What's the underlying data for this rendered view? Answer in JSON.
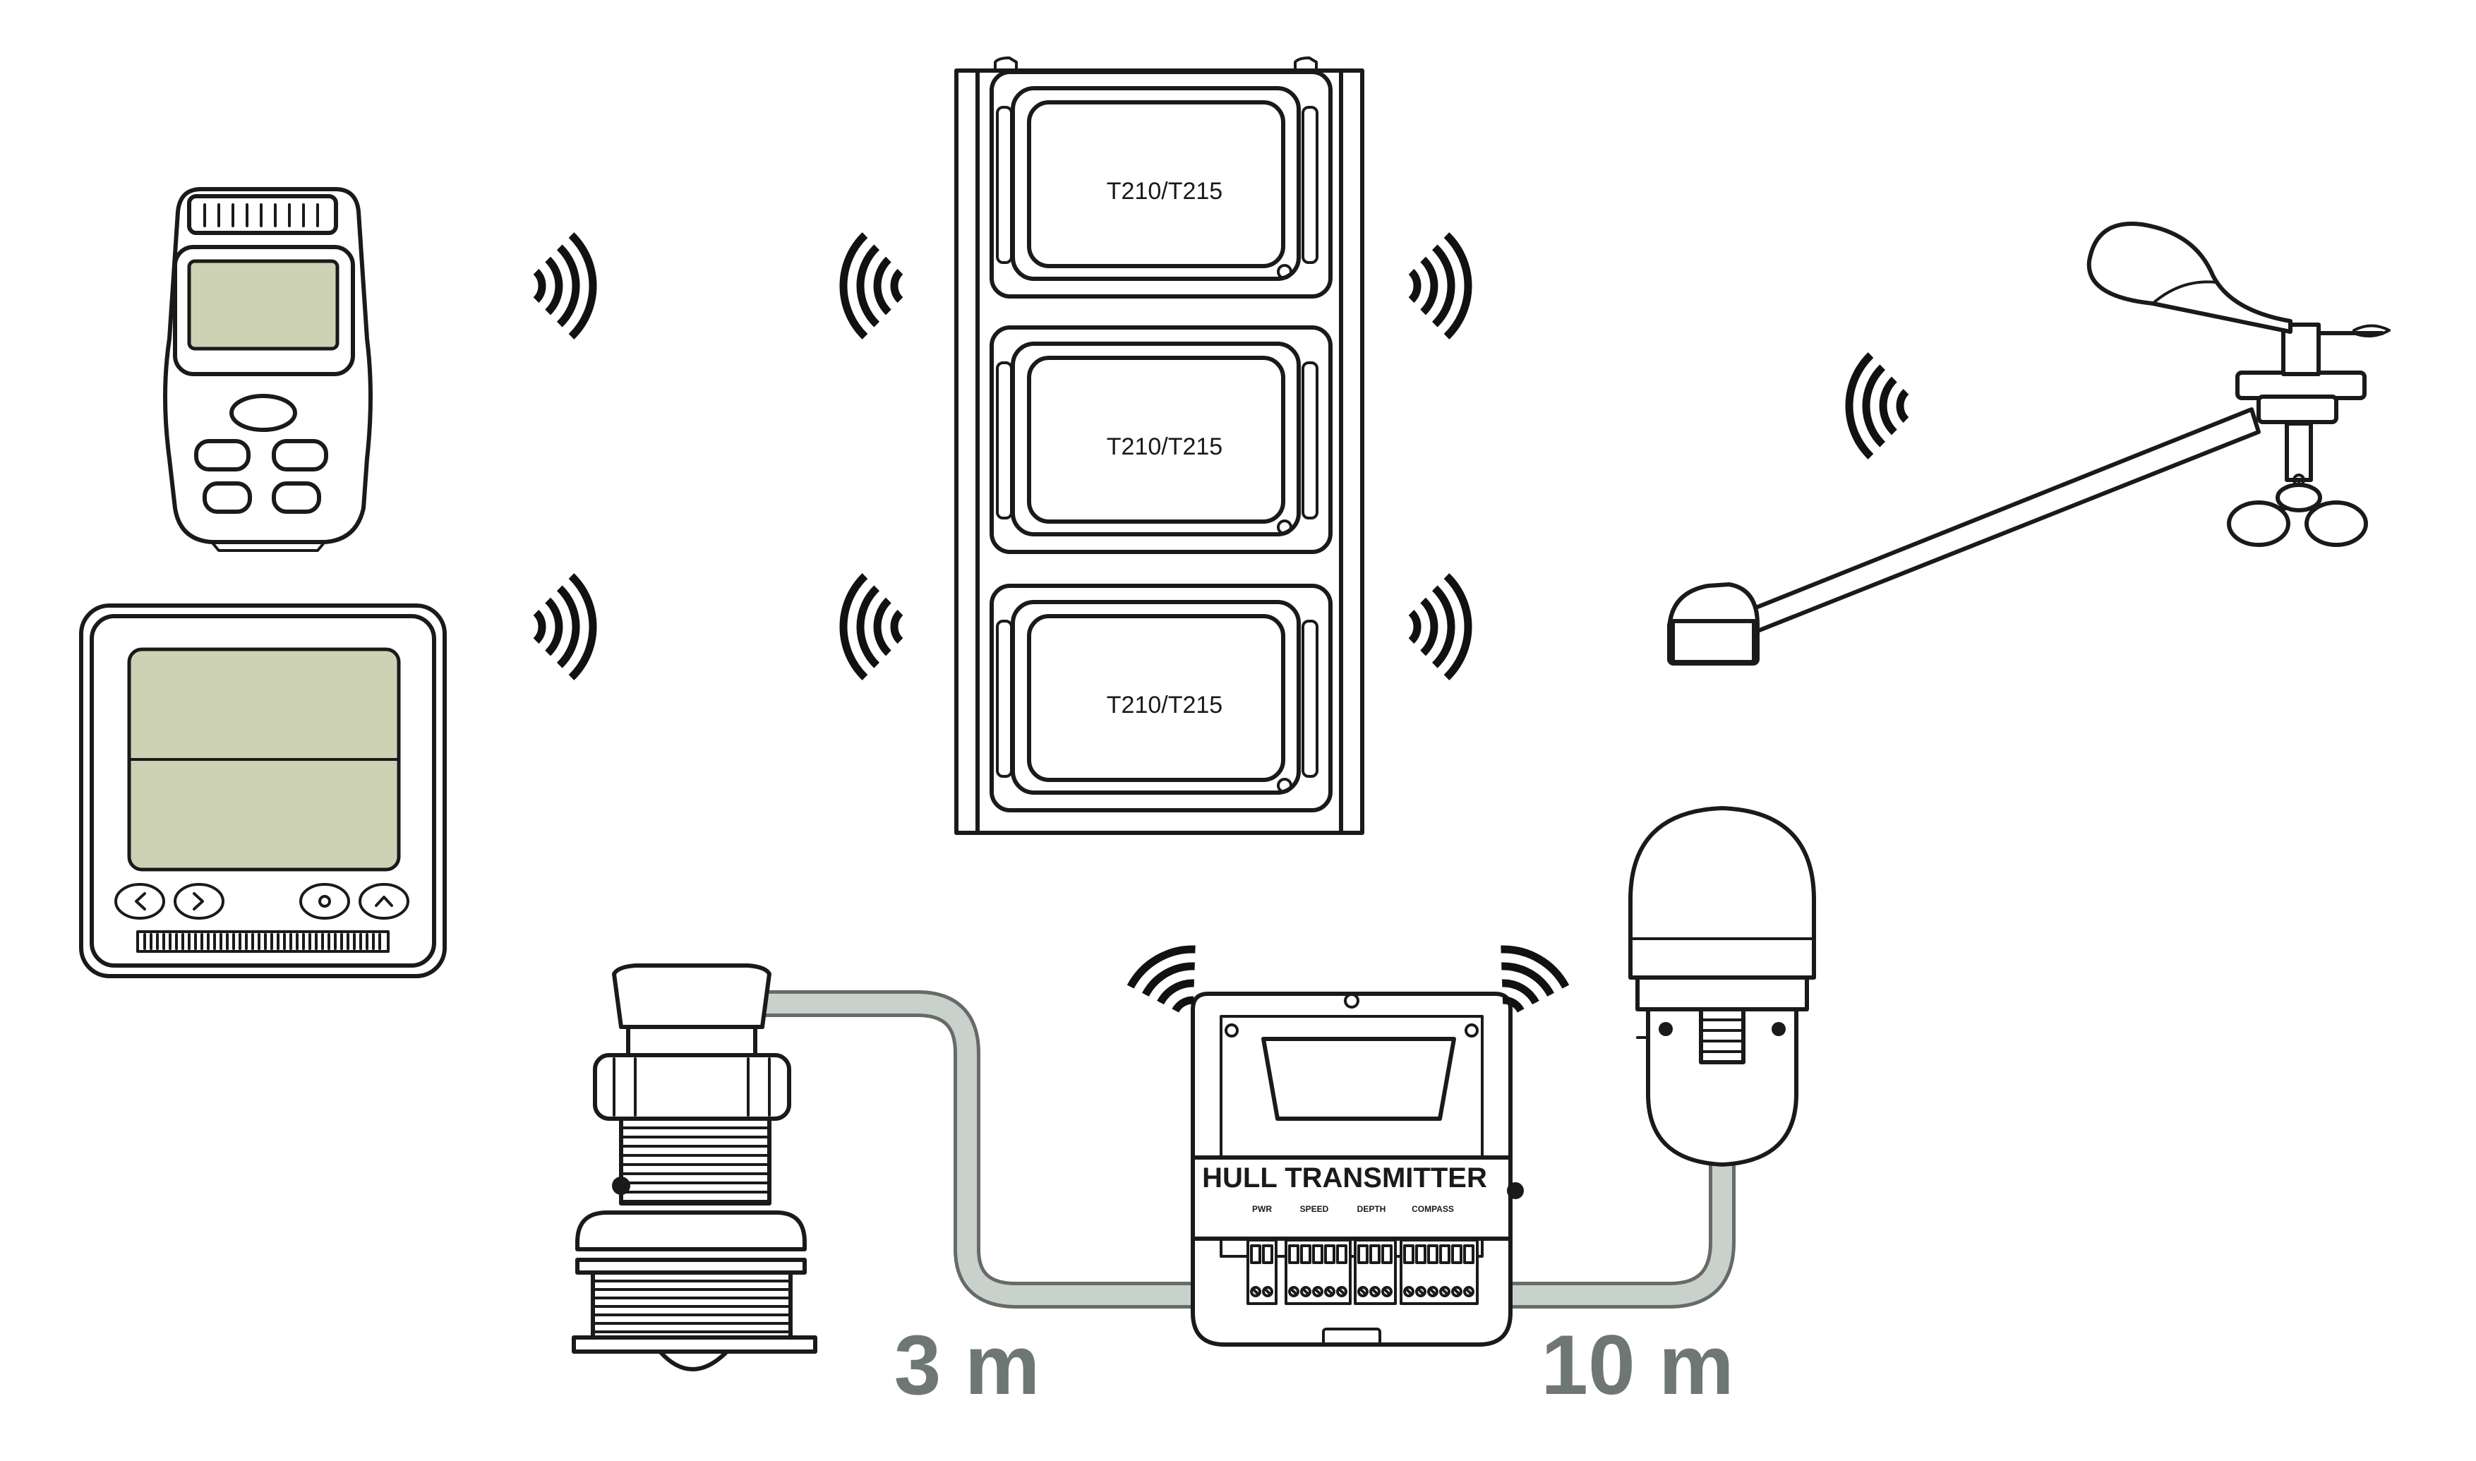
{
  "colors": {
    "lcd": "#ccd2b3",
    "cable": "#c9d1cb",
    "cable_outline": "#666b6a",
    "length_label": "#6f7775",
    "ink": "#1a1a1a"
  },
  "displays": [
    {
      "label": "T210/T215"
    },
    {
      "label": "T210/T215"
    },
    {
      "label": "T210/T215"
    }
  ],
  "hull_transmitter": {
    "title": "HULL TRANSMITTER",
    "terminal_labels": [
      "PWR",
      "SPEED",
      "DEPTH",
      "COMPASS"
    ]
  },
  "cables": {
    "transducer_length": "3 m",
    "compass_length": "10 m"
  },
  "icons": {
    "handheld": "handheld-remote-icon",
    "instrument": "instrument-display-icon",
    "wind": "wind-transducer-icon",
    "transducer": "through-hull-transducer-icon",
    "compass": "fluxgate-compass-icon",
    "signal": "wireless-signal-icon"
  }
}
